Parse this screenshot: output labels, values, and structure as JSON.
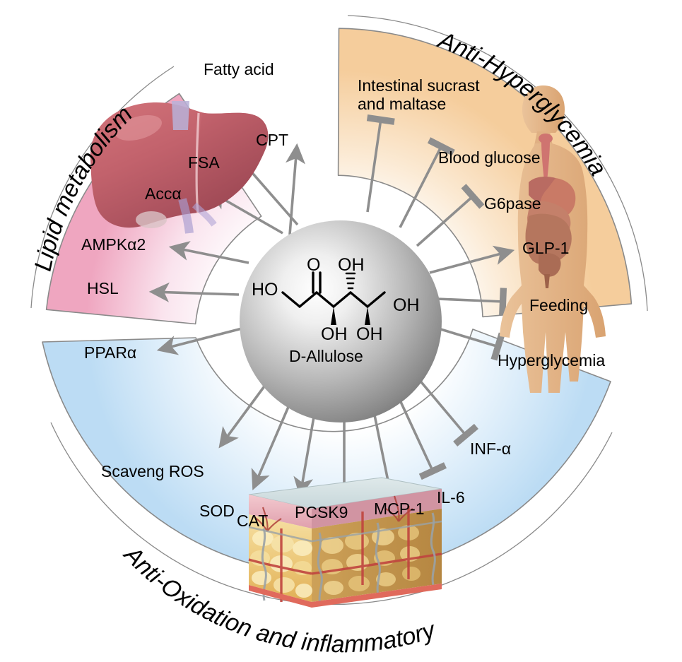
{
  "figure": {
    "type": "radial-mechanism-diagram",
    "center": {
      "molecule_name": "D-Allulose",
      "chem_labels": [
        "HO",
        "O",
        "OH",
        "OH",
        "OH",
        "OH",
        "OH"
      ]
    },
    "sectors": [
      {
        "id": "lipid",
        "title": "Lipid metabolism",
        "color": "#efa6c0",
        "illustration": "liver-icon",
        "nodes": [
          {
            "label": "Fatty acid",
            "relation": "increase"
          },
          {
            "label": "CPT",
            "relation": "increase"
          },
          {
            "label": "FSA",
            "relation": "inhibit"
          },
          {
            "label": "Accα",
            "relation": "inhibit"
          },
          {
            "label": "AMPKα2",
            "relation": "increase"
          },
          {
            "label": "HSL",
            "relation": "increase"
          },
          {
            "label": "PPARα",
            "relation": "increase"
          }
        ]
      },
      {
        "id": "hyperglycemia",
        "title": "Anti-Hyperglycemia",
        "color": "#f5cd9c",
        "illustration": "human-body-icon",
        "nodes": [
          {
            "label": "Intestinal sucrast and maltase",
            "relation": "inhibit"
          },
          {
            "label": "Blood glucose",
            "relation": "inhibit"
          },
          {
            "label": "G6pase",
            "relation": "inhibit"
          },
          {
            "label": "GLP-1",
            "relation": "increase"
          },
          {
            "label": "Feeding",
            "relation": "inhibit"
          },
          {
            "label": "Hyperglycemia",
            "relation": "inhibit"
          }
        ]
      },
      {
        "id": "oxidation",
        "title": "Anti-Oxidation and inflammatory",
        "color": "#bcdcf4",
        "illustration": "adipose-tissue-icon",
        "nodes": [
          {
            "label": "Scaveng ROS",
            "relation": "increase"
          },
          {
            "label": "SOD",
            "relation": "increase"
          },
          {
            "label": "CAT",
            "relation": "increase"
          },
          {
            "label": "PCSK9",
            "relation": "inhibit"
          },
          {
            "label": "MCP-1",
            "relation": "inhibit"
          },
          {
            "label": "IL-6",
            "relation": "inhibit"
          },
          {
            "label": "INF-α",
            "relation": "inhibit"
          }
        ]
      }
    ]
  },
  "colors": {
    "pink": "#efa6c0",
    "orange": "#f5cd9c",
    "blue": "#bcdcf4",
    "connector": "#8e8e8e",
    "outline": "#8a8a8a",
    "text": "#000000"
  }
}
